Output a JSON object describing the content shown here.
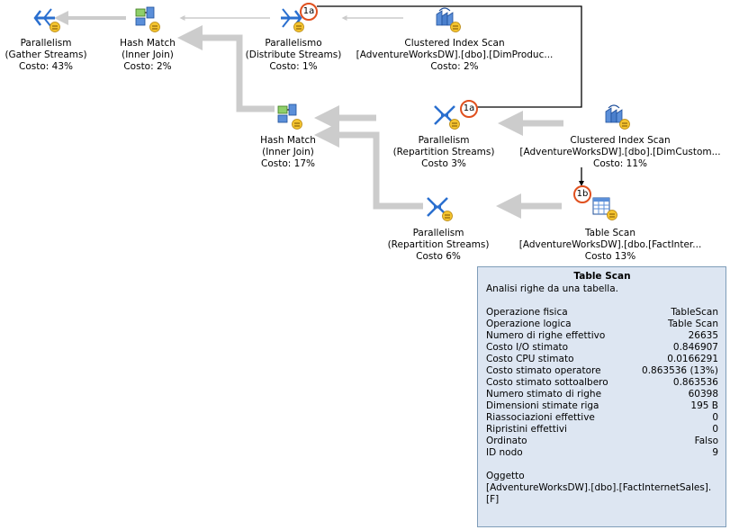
{
  "nodes": {
    "n1": {
      "name": "Parallelism",
      "sub": "(Gather Streams)",
      "cost": "Costo: 43%"
    },
    "n2": {
      "name": "Hash Match",
      "sub": "(Inner Join)",
      "cost": "Costo: 2%"
    },
    "n3": {
      "name": "Parallelismo",
      "sub": "(Distribute Streams)",
      "cost": "Costo: 1%"
    },
    "n4": {
      "name": "Clustered Index Scan",
      "sub": "[AdventureWorksDW].[dbo].[DimProduc...",
      "cost": "Costo: 2%"
    },
    "n5": {
      "name": "Hash Match",
      "sub": "(Inner Join)",
      "cost": "Costo: 17%"
    },
    "n6": {
      "name": "Parallelism",
      "sub": "(Repartition Streams)",
      "cost": "Costo 3%"
    },
    "n7": {
      "name": "Clustered Index Scan",
      "sub": "[AdventureWorksDW].[dbo].[DimCustom...",
      "cost": "Costo: 11%"
    },
    "n8": {
      "name": "Parallelism",
      "sub": "(Repartition Streams)",
      "cost": "Costo 6%"
    },
    "n9": {
      "name": "Table Scan",
      "sub": "[AdventureWorksDW].[dbo.[FactInter...",
      "cost": "Costo 13%"
    }
  },
  "badges": {
    "b1": "1a",
    "b2": "1a",
    "b3": "1b"
  },
  "tooltip": {
    "title": "Table Scan",
    "desc": "Analisi righe da una tabella.",
    "rows": [
      {
        "k": "Operazione fisica",
        "v": "TableScan"
      },
      {
        "k": "Operazione logica",
        "v": "Table Scan"
      },
      {
        "k": "Numero di righe effettivo",
        "v": "26635"
      },
      {
        "k": "Costo I/O stimato",
        "v": "0.846907"
      },
      {
        "k": "Costo CPU stimato",
        "v": "0.0166291"
      },
      {
        "k": "Costo stimato operatore",
        "v": "0.863536 (13%)"
      },
      {
        "k": "Costo stimato sottoalbero",
        "v": "0.863536"
      },
      {
        "k": "Numero stimato di righe",
        "v": "60398"
      },
      {
        "k": "Dimensioni stimate riga",
        "v": "195 B"
      },
      {
        "k": "Riassociazioni effettive",
        "v": "0"
      },
      {
        "k": "Ripristini effettivi",
        "v": "0"
      },
      {
        "k": "Ordinato",
        "v": "Falso"
      },
      {
        "k": "ID nodo",
        "v": "9"
      }
    ],
    "object_label": "Oggetto",
    "object_value": "[AdventureWorksDW].[dbo].[FactInternetSales].[F]"
  },
  "colors": {
    "arrow": "#cccccc",
    "badge": "#e0501e",
    "tooltip_bg": "#dde6f2",
    "tooltip_border": "#7f9db9",
    "icon_blue": "#2a6fcf"
  }
}
